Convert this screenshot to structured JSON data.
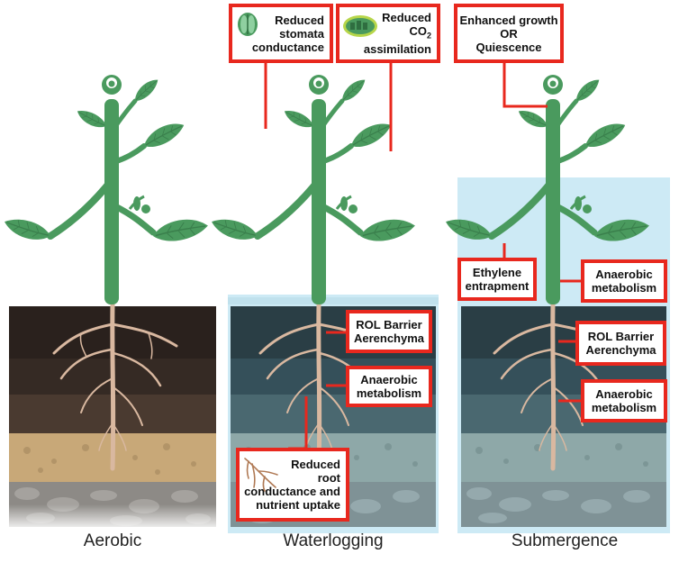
{
  "panels": [
    {
      "caption": "Aerobic"
    },
    {
      "caption": "Waterlogging"
    },
    {
      "caption": "Submergence"
    }
  ],
  "labels": {
    "stomata": [
      "Reduced",
      "stomata",
      "conductance"
    ],
    "co2_line1": "Reduced",
    "co2_main": "CO",
    "co2_sub": "2",
    "co2_line3": "assimilation",
    "growth": [
      "Enhanced growth",
      "OR",
      "Quiescence"
    ],
    "rol_waterlogging": [
      "ROL Barrier",
      "Aerenchyma"
    ],
    "anaerobic_waterlogging": [
      "Anaerobic",
      "metabolism"
    ],
    "root_uptake": [
      "Reduced",
      "root",
      "conductance and",
      "nutrient uptake"
    ],
    "ethylene": [
      "Ethylene",
      "entrapment"
    ],
    "anaerobic_sub_stem": [
      "Anaerobic",
      "metabolism"
    ],
    "rol_submergence": [
      "ROL Barrier",
      "Aerenchyma"
    ],
    "anaerobic_sub_root": [
      "Anaerobic",
      "metabolism"
    ]
  },
  "colors": {
    "leaf": "#4a9a5e",
    "leaf_dark": "#3a7f4c",
    "stem": "#4a9a5e",
    "root": "#d9b8a0",
    "soil_top": "#2a211d",
    "soil_mid": "#4a3a30",
    "soil_sand": "#c8a878",
    "rock": "#8d8a86",
    "water": "#cdeaf5",
    "callout": "#e8281e"
  }
}
